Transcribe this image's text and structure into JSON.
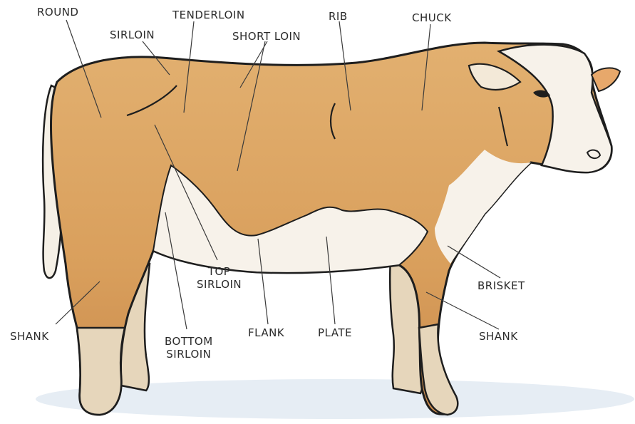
{
  "labels": {
    "round": "ROUND",
    "sirloin": "SIRLOIN",
    "tenderloin": "TENDERLOIN",
    "short_loin": "SHORT LOIN",
    "rib": "RIB",
    "chuck": "CHUCK",
    "brisket": "BRISKET",
    "shank_front": "SHANK",
    "plate": "PLATE",
    "flank": "FLANK",
    "bottom_sirloin_1": "BOTTOM",
    "bottom_sirloin_2": "SIRLOIN",
    "top_sirloin_1": "TOP",
    "top_sirloin_2": "SIRLOIN",
    "shank_rear": "SHANK"
  },
  "colors": {
    "coat": "#dca463",
    "coat_shadow": "#c98a4c",
    "white_patch": "#f7f2ea",
    "hoof_leg": "#e6d6bb",
    "outline": "#1e1e1e",
    "leader_line": "#3a3a3a",
    "ground_shadow": "#dde6ef"
  }
}
